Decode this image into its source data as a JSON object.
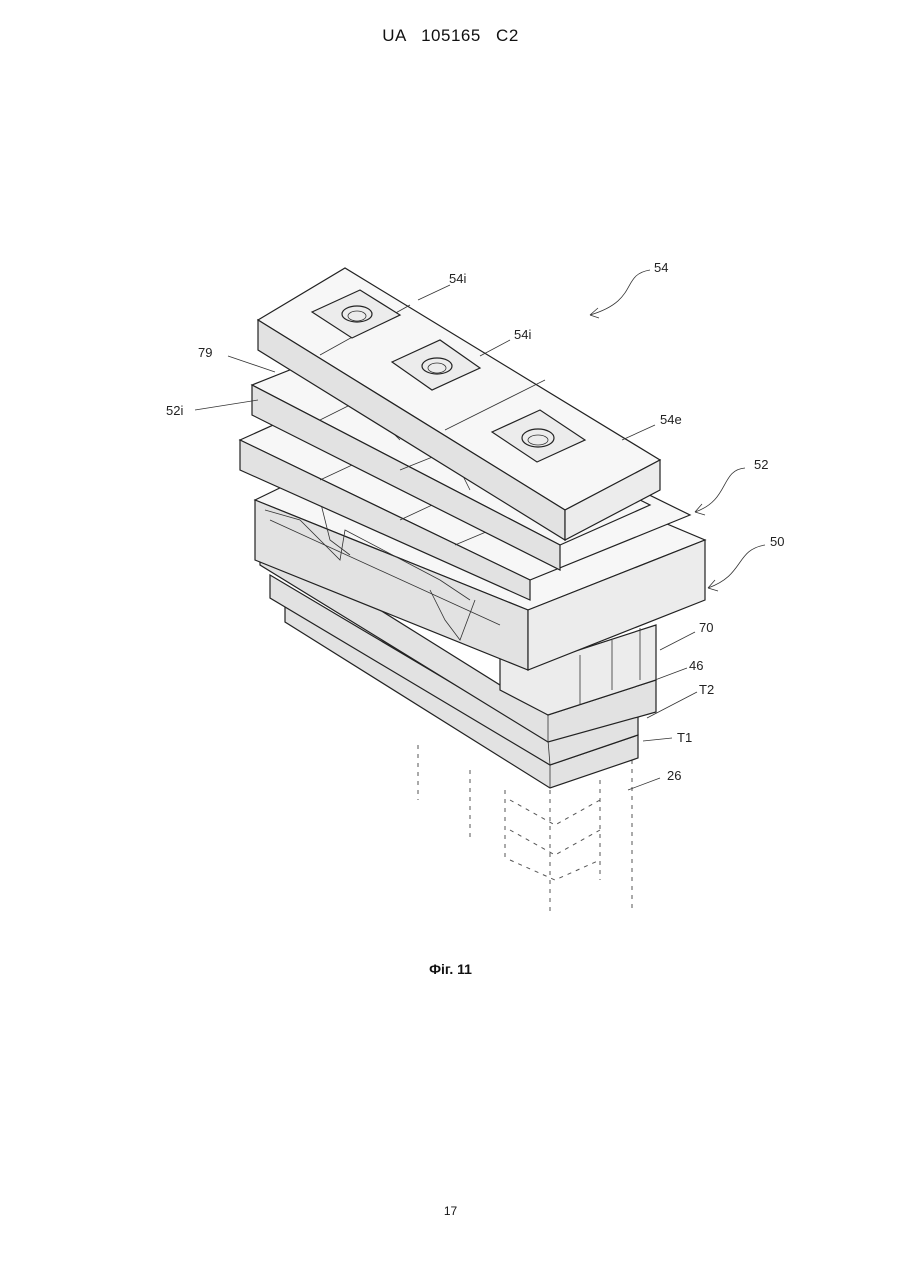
{
  "header": {
    "text": "UA   105165   C2"
  },
  "figure": {
    "labels": {
      "l54": "54",
      "l54i_a": "54i",
      "l54i_b": "54i",
      "l54e": "54e",
      "l79": "79",
      "l52i": "52i",
      "l52": "52",
      "l50": "50",
      "l70": "70",
      "l46": "46",
      "lT2": "T2",
      "lT1": "T1",
      "l26": "26"
    },
    "caption": "Фіг. 11"
  },
  "footer": {
    "page_number": "17"
  }
}
